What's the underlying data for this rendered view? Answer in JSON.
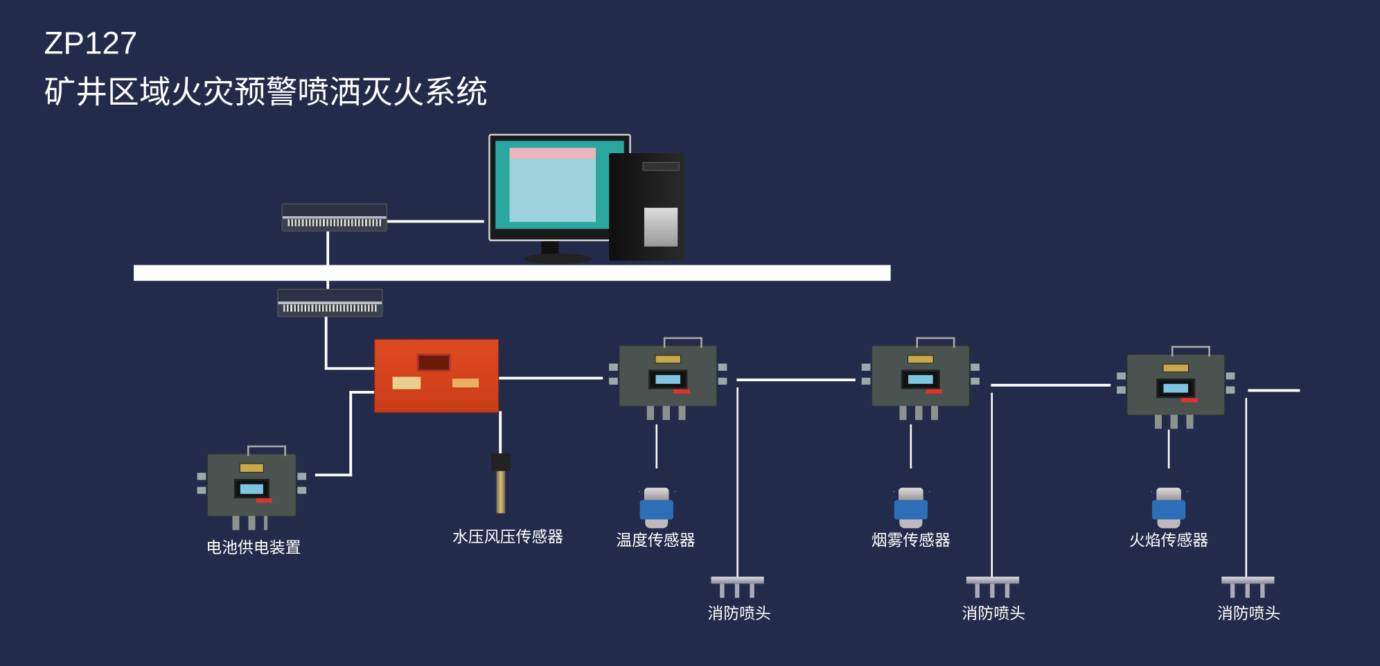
{
  "header": {
    "model": "ZP127",
    "title": "矿井区域火灾预警喷洒灭火系统"
  },
  "labels": {
    "battery": "电池供电装置",
    "pressure_sensor": "水压风压传感器",
    "temperature_sensor": "温度传感器",
    "smoke_sensor": "烟雾传感器",
    "flame_sensor": "火焰传感器",
    "nozzle": "消防喷头"
  },
  "colors": {
    "background": "#222c4a",
    "lines": "#ffffff",
    "controller": "#d8431d"
  }
}
